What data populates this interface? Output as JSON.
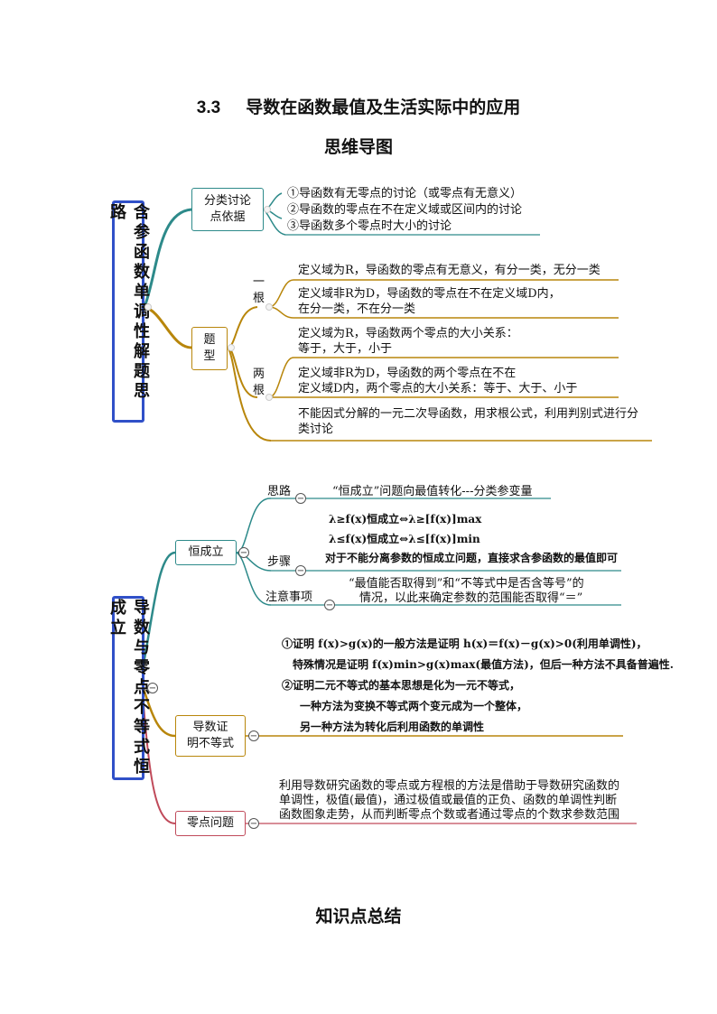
{
  "header": {
    "section_number": "3.3",
    "title": "导数在函数最值及生活实际中的应用",
    "subtitle": "思维导图"
  },
  "map1": {
    "root": "含参函数单调性解题思路",
    "branch_classify": {
      "label_line1": "分类讨论",
      "label_line2": "点依据",
      "items": [
        "①导函数有无零点的讨论（或零点有无意义）",
        "②导函数的零点在不在定义域或区间内的讨论",
        "③导函数多个零点时大小的讨论"
      ]
    },
    "branch_types": {
      "label_line1": "题",
      "label_line2": "型",
      "one_root": {
        "label_line1": "一",
        "label_line2": "根",
        "items": [
          "定义域为R，导函数的零点有无意义，有分一类，无分一类",
          "定义域非R为D，导函数的零点在不在定义域D内，",
          "在分一类，不在分一类"
        ]
      },
      "two_roots": {
        "label_line1": "两",
        "label_line2": "根",
        "items": [
          "定义域为R，导函数两个零点的大小关系：",
          "等于，大于，小于",
          "定义域非R为D，导函数的两个零点在不在",
          "定义域D内，两个零点的大小关系：等于、大于、小于"
        ]
      },
      "other": [
        "不能因式分解的一元二次导函数，用求根公式，利用判别式进行分",
        "类讨论"
      ]
    }
  },
  "map2": {
    "root": "导数与零点不等式恒成立",
    "collapse_symbol": "−",
    "always_holds": {
      "label": "恒成立",
      "idea": {
        "label": "思路",
        "text": "“恒成立”问题向最值转化---分类参变量",
        "formula1": "λ≥f(x)恒成立⇔λ≥[f(x)]max",
        "formula2": "λ≤f(x)恒成立⇔λ≤[f(x)]min"
      },
      "steps": {
        "label": "步骤",
        "text": "对于不能分离参数的恒成立问题，直接求含参函数的最值即可"
      },
      "notes": {
        "label": "注意事项",
        "line1": "“最值能否取得到”和“不等式中是否含等号”的",
        "line2": "情况，以此来确定参数的范围能否取得“＝”"
      }
    },
    "prove_inequality": {
      "label_line1": "导数证",
      "label_line2": "明不等式",
      "lines": [
        "①证明 f(x)>g(x)的一般方法是证明 h(x)＝f(x)－g(x)>0(利用单调性)，",
        "特殊情况是证明 f(x)min>g(x)max(最值方法)，但后一种方法不具备普遍性.",
        "②证明二元不等式的基本思想是化为一元不等式，",
        "一种方法为变换不等式两个变元成为一个整体，",
        "另一种方法为转化后利用函数的单调性"
      ]
    },
    "zero_problem": {
      "label": "零点问题",
      "lines": [
        "利用导数研究函数的零点或方程根的方法是借助于导数研究函数的",
        "单调性，极值(最值)，通过极值或最值的正负、函数的单调性判断",
        "函数图象走势，从而判断零点个数或者通过零点的个数求参数范围"
      ]
    }
  },
  "footer": {
    "heading": "知识点总结"
  },
  "colors": {
    "teal": "#2d8a8a",
    "brown": "#b8860b",
    "red": "#c04a5a",
    "root_border": "#3050c8"
  }
}
